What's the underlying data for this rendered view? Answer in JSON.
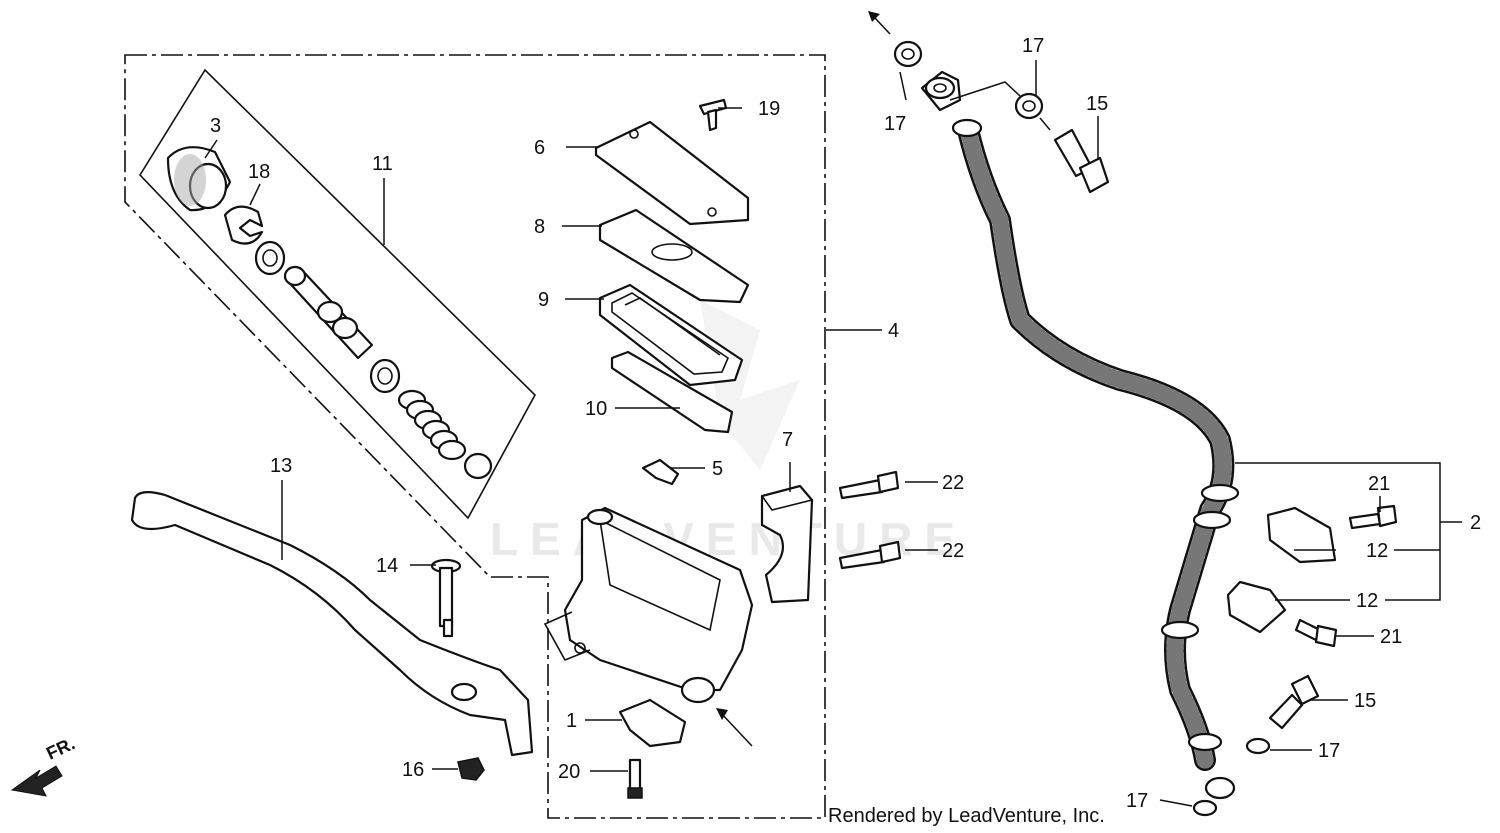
{
  "watermark": "LEADVENTURE",
  "credit": "Rendered by LeadVenture, Inc.",
  "direction_label": "FR.",
  "callouts": {
    "n1": "1",
    "n2": "2",
    "n3": "3",
    "n4": "4",
    "n5": "5",
    "n6": "6",
    "n7": "7",
    "n8": "8",
    "n9": "9",
    "n10": "10",
    "n11": "11",
    "n12a": "12",
    "n12b": "12",
    "n13": "13",
    "n14": "14",
    "n15a": "15",
    "n15b": "15",
    "n16": "16",
    "n17a": "17",
    "n17b": "17",
    "n17c": "17",
    "n17d": "17",
    "n18": "18",
    "n19": "19",
    "n20": "20",
    "n21a": "21",
    "n21b": "21",
    "n22a": "22",
    "n22b": "22"
  }
}
